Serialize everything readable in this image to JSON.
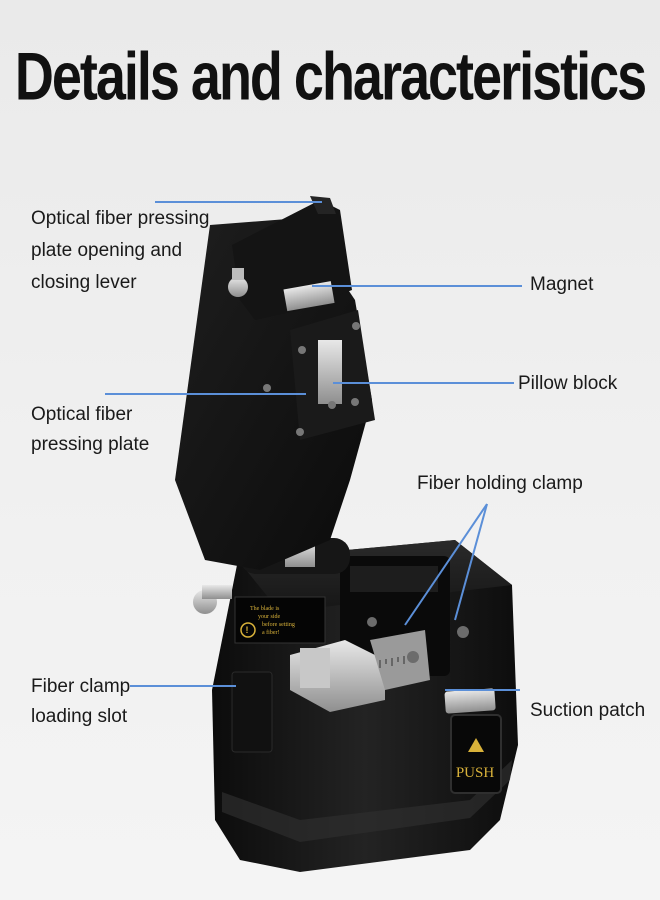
{
  "heading": {
    "title": "Details and characteristics"
  },
  "callouts": {
    "lever_line1": "Optical fiber pressing",
    "lever_line2": "plate opening and",
    "lever_line3": "closing lever",
    "magnet": "Magnet",
    "pillow_block": "Pillow block",
    "plate_line1": "Optical fiber",
    "plate_line2": "pressing plate",
    "fiber_holding_clamp": "Fiber holding clamp",
    "clamp_slot_line1": "Fiber clamp",
    "clamp_slot_line2": "loading slot",
    "suction_patch": "Suction patch"
  },
  "device": {
    "push_label": "PUSH",
    "warning_line1": "The blade is",
    "warning_line2": "your side",
    "warning_line3": "before setting",
    "warning_line4": "a fiber!",
    "warning_symbol": "!"
  },
  "colors": {
    "callout_line": "#5b8fd8",
    "body": "#141414",
    "background": "#ededed"
  }
}
